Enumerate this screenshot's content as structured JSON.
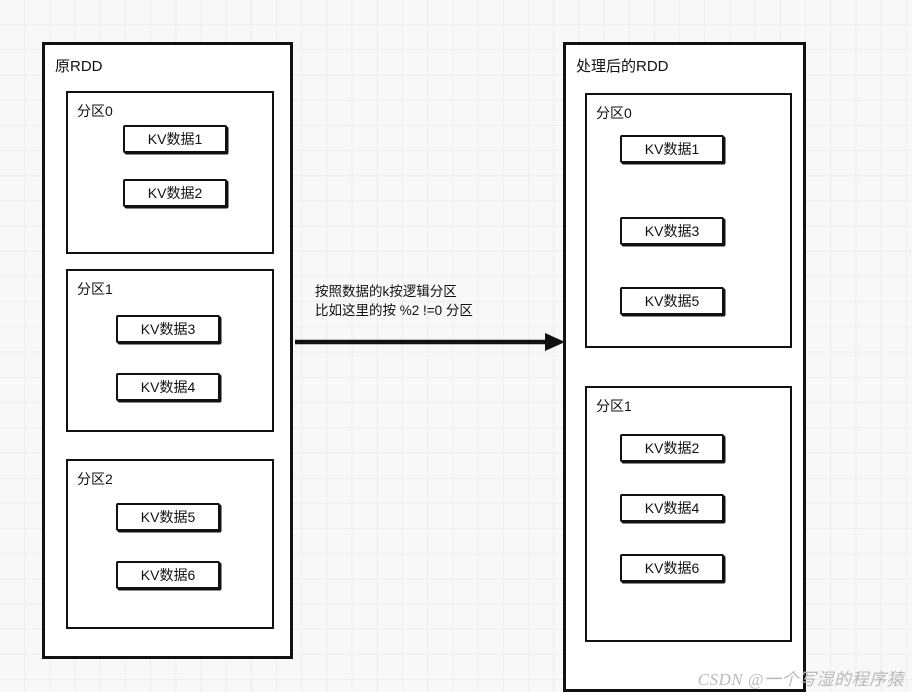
{
  "diagram": {
    "title_semantic": "spark-rdd-partition-diagram",
    "background_color": "#f8f8f8",
    "grid_color": "#ededed",
    "stroke_color": "#111111",
    "fill_color": "#ffffff"
  },
  "source_rdd": {
    "label": "原RDD",
    "partitions": [
      {
        "label": "分区0",
        "items": [
          {
            "label": "KV数据1"
          },
          {
            "label": "KV数据2"
          }
        ]
      },
      {
        "label": "分区1",
        "items": [
          {
            "label": "KV数据3"
          },
          {
            "label": "KV数据4"
          }
        ]
      },
      {
        "label": "分区2",
        "items": [
          {
            "label": "KV数据5"
          },
          {
            "label": "KV数据6"
          }
        ]
      }
    ]
  },
  "transform": {
    "line1": "按照数据的k按逻辑分区",
    "line2": "比如这里的按 %2 !=0 分区",
    "arrow_direction": "right"
  },
  "result_rdd": {
    "label": "处理后的RDD",
    "partitions": [
      {
        "label": "分区0",
        "items": [
          {
            "label": "KV数据1"
          },
          {
            "label": "KV数据3"
          },
          {
            "label": "KV数据5"
          }
        ]
      },
      {
        "label": "分区1",
        "items": [
          {
            "label": "KV数据2"
          },
          {
            "label": "KV数据4"
          },
          {
            "label": "KV数据6"
          }
        ]
      }
    ]
  },
  "watermark": {
    "text": "CSDN @一个写湿的程序猿"
  }
}
